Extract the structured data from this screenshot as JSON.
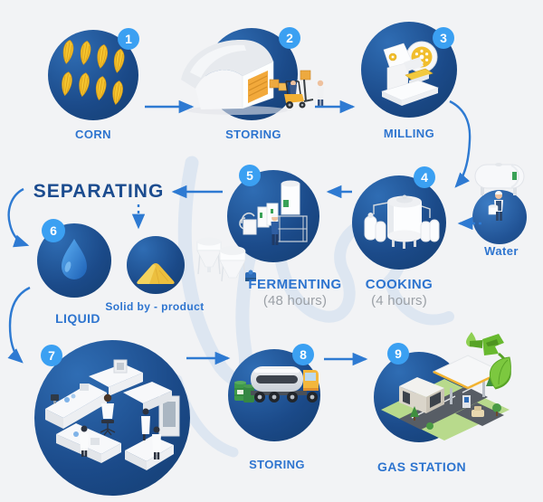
{
  "colors": {
    "background": "#f2f3f5",
    "circle_dark": "#113968",
    "circle_light": "#2f6db4",
    "badge_blue": "#3ba0f2",
    "label_blue": "#2d74cf",
    "heading_navy": "#1c4c8f",
    "muted_gray": "#9ba0a6",
    "arrow_blue": "#2e7ad2",
    "corn_yellow": "#f4c42f",
    "accent_yellow": "#f2b33c",
    "eco_green": "#6cbf2e"
  },
  "steps": [
    {
      "number": "1",
      "label": "CORN",
      "icon": "corn-cobs-icon"
    },
    {
      "number": "2",
      "label": "STORING",
      "icon": "warehouse-forklift-icon"
    },
    {
      "number": "3",
      "label": "MILLING",
      "icon": "milling-press-icon"
    },
    {
      "number": "4",
      "label": "COOKING",
      "duration": "(4 hours)",
      "icon": "cooking-tanks-icon"
    },
    {
      "number": "5",
      "label": "FERMENTING",
      "duration": "(48 hours)",
      "icon": "fermentation-plant-icon"
    },
    {
      "number": "6",
      "label": "LIQUID",
      "icon": "liquid-drop-icon"
    },
    {
      "number": "7",
      "label": "",
      "icon": "laboratory-icon"
    },
    {
      "number": "8",
      "label": "STORING",
      "icon": "tanker-truck-icon"
    },
    {
      "number": "9",
      "label": "GAS STATION",
      "icon": "gas-station-icon"
    }
  ],
  "separating_label": "SEPARATING",
  "byproduct_label": "Solid by - product",
  "water_label": "Water"
}
